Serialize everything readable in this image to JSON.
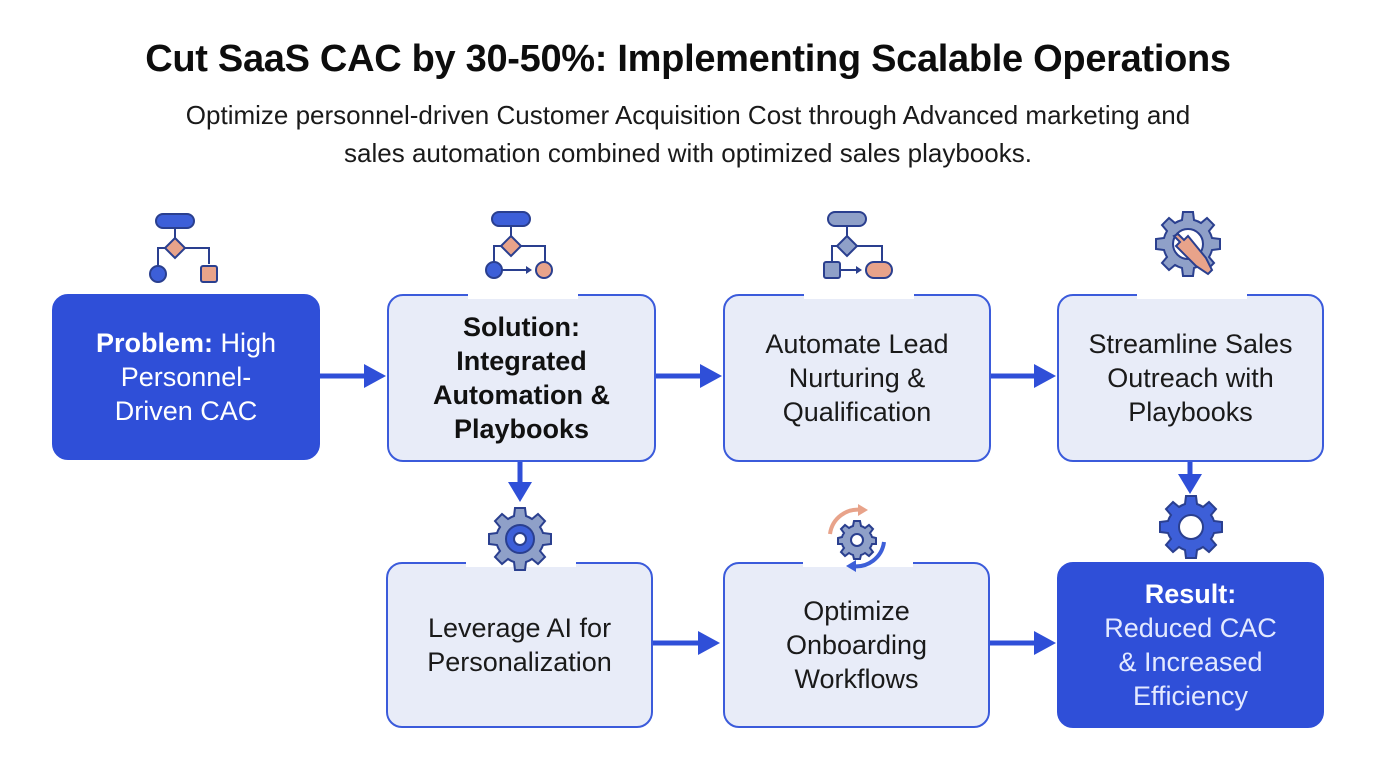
{
  "title": "Cut SaaS CAC by 30-50%: Implementing Scalable Operations",
  "subtitle": {
    "line1": "Optimize personnel-driven Customer Acquisition Cost through Advanced marketing and",
    "line2": "sales automation combined with optimized sales playbooks."
  },
  "colors": {
    "primary": "#2f4fd8",
    "box_fill": "#e8ecf8",
    "box_border": "#3b5bdb",
    "accent_orange": "#e8a38a",
    "icon_gray": "#8fa0c8"
  },
  "nodes": {
    "problem": {
      "head": "Problem:",
      "rest": "High Personnel-Driven CAC",
      "line1": "High",
      "line2": "Personnel-",
      "line3": "Driven CAC",
      "icon": "flowchart-icon"
    },
    "solution": {
      "line1": "Solution:",
      "line2": "Integrated",
      "line3": "Automation &",
      "line4": "Playbooks",
      "icon": "flowchart-icon"
    },
    "nurturing": {
      "line1": "Automate Lead",
      "line2": "Nurturing &",
      "line3": "Qualification",
      "icon": "flowchart-icon"
    },
    "outreach": {
      "line1": "Streamline Sales",
      "line2": "Outreach with",
      "line3": "Playbooks",
      "icon": "gear-wrench-icon"
    },
    "ai": {
      "line1": "Leverage AI for",
      "line2": "Personalization",
      "icon": "gear-icon"
    },
    "onboarding": {
      "line1": "Optimize",
      "line2": "Onboarding",
      "line3": "Workflows",
      "icon": "gear-cycle-icon"
    },
    "result": {
      "line1": "Result:",
      "line2": "Reduced CAC",
      "line3": "& Increased",
      "line4": "Efficiency",
      "icon": "gear-icon"
    }
  }
}
